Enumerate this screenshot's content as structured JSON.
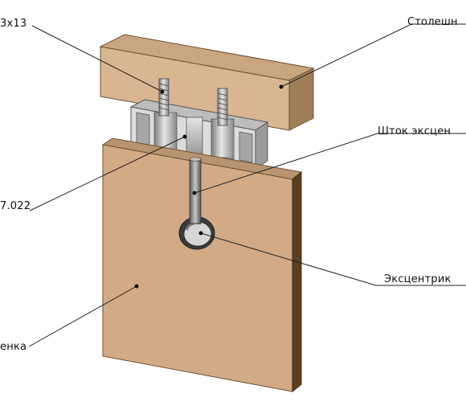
{
  "labels": {
    "screw": "3x13",
    "tabletop": "Столешн",
    "rod": "Шток эксцен",
    "part_code": "7.022",
    "eccentric": "Эксцентрик",
    "panel": "енка"
  }
}
